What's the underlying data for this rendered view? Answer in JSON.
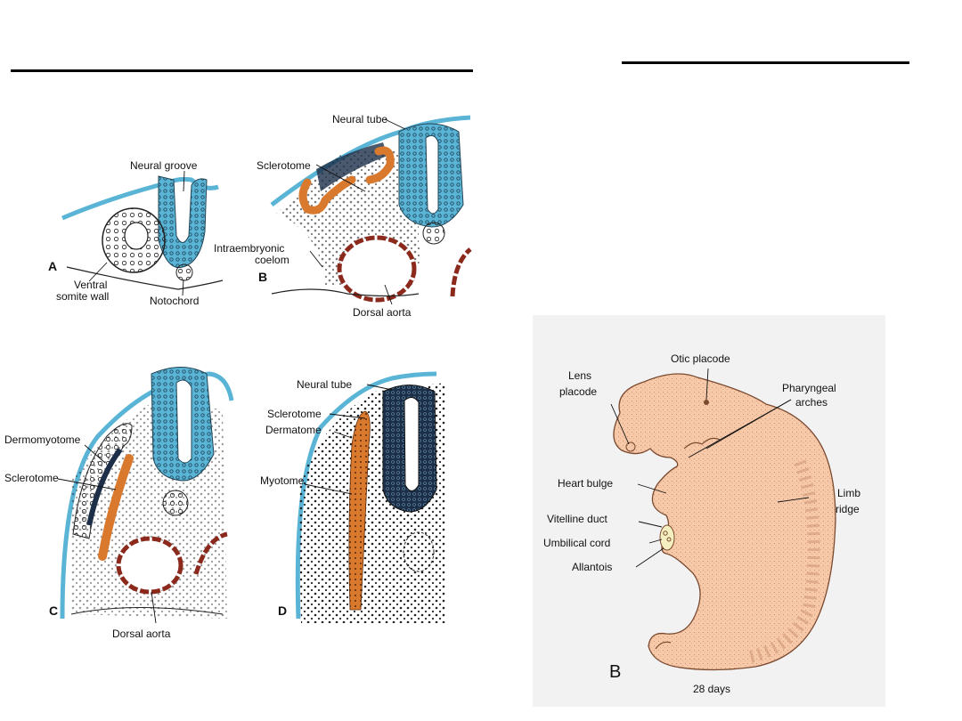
{
  "colors": {
    "neural_blue": "#5ab4d6",
    "neural_dark": "#1d2f48",
    "sclerotome_orange": "#d9792e",
    "aorta_red": "#8b2a1c",
    "embryo_skin": "#f7c9a8",
    "embryo_bg": "#f2f2f2"
  },
  "icons": [
    "neural-tube-icon",
    "somite-icon",
    "notochord-icon",
    "aorta-icon",
    "embryo-icon"
  ],
  "cross_sections": {
    "a": {
      "letter": "A",
      "labels": {
        "neural_groove": "Neural groove",
        "ventral_somite_wall": "Ventral",
        "ventral_somite_wall_2": "somite wall",
        "notochord": "Notochord"
      }
    },
    "b": {
      "letter": "B",
      "labels": {
        "neural_tube": "Neural tube",
        "sclerotome": "Sclerotome",
        "intraembryonic_coelom": "Intraembryonic",
        "intraembryonic_coelom_2": "coelom",
        "dorsal_aorta": "Dorsal aorta"
      }
    },
    "c": {
      "letter": "C",
      "labels": {
        "dermomyotome": "Dermomyotome",
        "sclerotome": "Sclerotome",
        "dorsal_aorta": "Dorsal aorta"
      }
    },
    "d": {
      "letter": "D",
      "labels": {
        "neural_tube": "Neural tube",
        "sclerotome": "Sclerotome",
        "dermatome": "Dermatome",
        "myotome": "Myotome"
      }
    }
  },
  "embryo": {
    "letter": "B",
    "caption": "28 days",
    "labels": {
      "otic_placode": "Otic placode",
      "lens_placode": "Lens",
      "lens_placode_2": "placode",
      "pharyngeal_arches": "Pharyngeal",
      "pharyngeal_arches_2": "arches",
      "heart_bulge": "Heart bulge",
      "limb_ridge": "Limb",
      "limb_ridge_2": "ridge",
      "vitelline_duct": "Vitelline duct",
      "umbilical_cord": "Umbilical cord",
      "allantois": "Allantois"
    }
  }
}
